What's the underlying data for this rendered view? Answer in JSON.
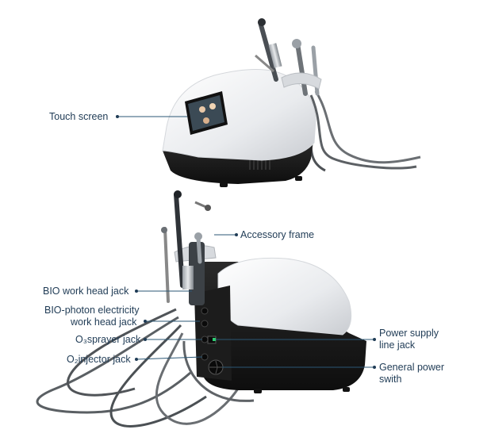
{
  "labels": {
    "touch_screen": "Touch screen",
    "accessory_frame": "Accessory frame",
    "bio_work_head_jack": "BIO work head jack",
    "bio_photon_line1": "BIO-photon electricity",
    "bio_photon_line2": "work head jack",
    "o3_sprayer_jack": "O₃sprayer jack",
    "o2_injector_jack": "O₂injector jack",
    "power_supply_line1": "Power supply",
    "power_supply_line2": "line jack",
    "general_power_line1": "General power",
    "general_power_line2": "swith"
  },
  "colors": {
    "label_text": "#1f3b55",
    "leader_line": "#2b5775",
    "device_shell": "#f2f3f5",
    "device_base": "#1a1a1a",
    "screen_bezel": "#111111",
    "cable": "#555a5e"
  }
}
